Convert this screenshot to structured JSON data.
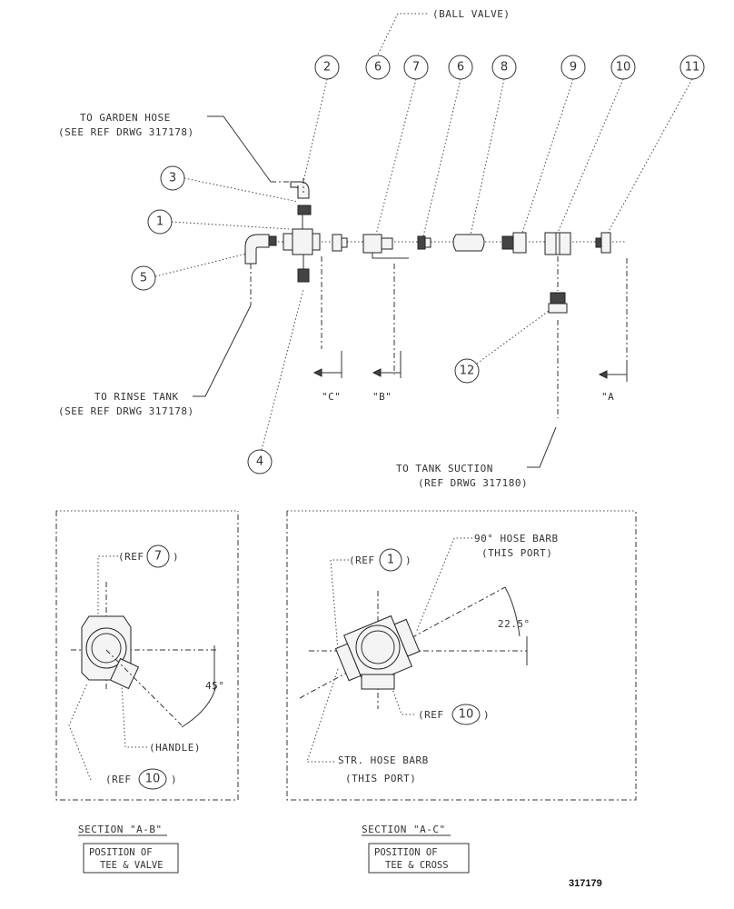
{
  "callouts": [
    "1",
    "2",
    "3",
    "4",
    "5",
    "6",
    "7",
    "6",
    "8",
    "9",
    "10",
    "11",
    "12"
  ],
  "labels": {
    "ball_valve": "(BALL VALVE)",
    "garden_hose_1": "TO GARDEN HOSE",
    "garden_hose_2": "(SEE REF DRWG 317178)",
    "rinse_tank_1": "TO RINSE TANK",
    "rinse_tank_2": "(SEE REF DRWG 317178)",
    "tank_suction_1": "TO TANK SUCTION",
    "tank_suction_2": "(REF DRWG 317180)",
    "section_c": "\"C\"",
    "section_b": "\"B\"",
    "section_a": "\"A"
  },
  "left_detail": {
    "ref_7_prefix": "(REF",
    "ref_7_num": "7",
    "ref_7_suffix": ")",
    "angle": "45°",
    "handle": "(HANDLE)",
    "ref_10_prefix": "(REF",
    "ref_10_num": "10",
    "ref_10_suffix": ")"
  },
  "right_detail": {
    "ref_1_prefix": "(REF",
    "ref_1_num": "1",
    "ref_1_suffix": ")",
    "barb90_1": "90° HOSE BARB",
    "barb90_2": "(THIS PORT)",
    "angle": "22.5°",
    "ref_10_prefix": "(REF",
    "ref_10_num": "10",
    "ref_10_suffix": ")",
    "str_barb_1": "STR. HOSE BARB",
    "str_barb_2": "(THIS PORT)"
  },
  "captions": {
    "left_title": "SECTION \"A-B\"",
    "left_sub_1": "POSITION OF",
    "left_sub_2": "TEE & VALVE",
    "right_title": "SECTION \"A-C\"",
    "right_sub_1": "POSITION OF",
    "right_sub_2": "TEE & CROSS"
  },
  "drawing_number": "317179"
}
